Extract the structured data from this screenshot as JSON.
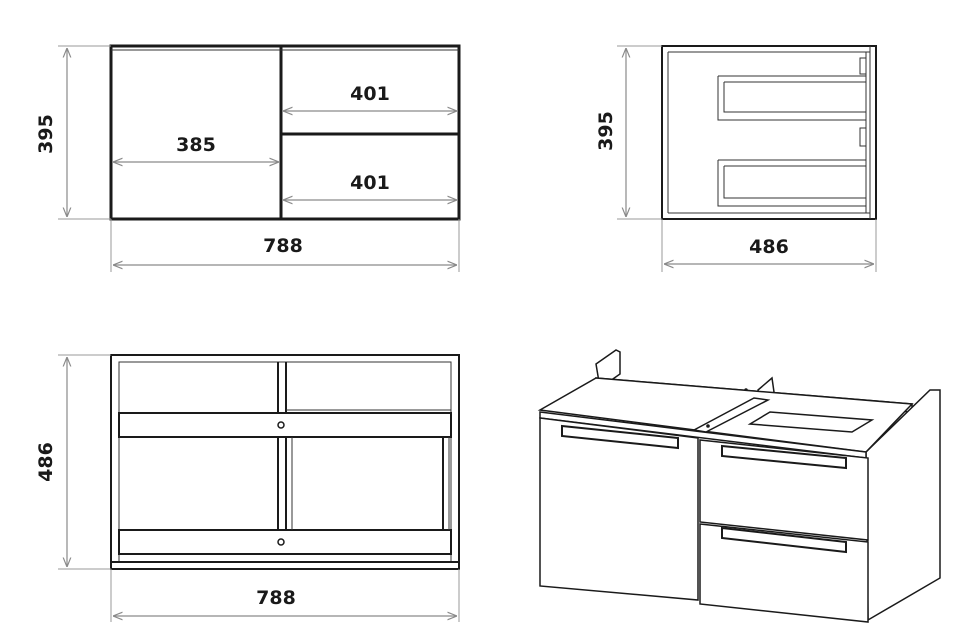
{
  "dimensions": {
    "front": {
      "width": "788",
      "height": "395",
      "door_width": "385",
      "drawer_top_width": "401",
      "drawer_bottom_width": "401"
    },
    "side": {
      "height": "395",
      "depth": "486"
    },
    "top": {
      "depth": "486",
      "width": "788"
    }
  }
}
